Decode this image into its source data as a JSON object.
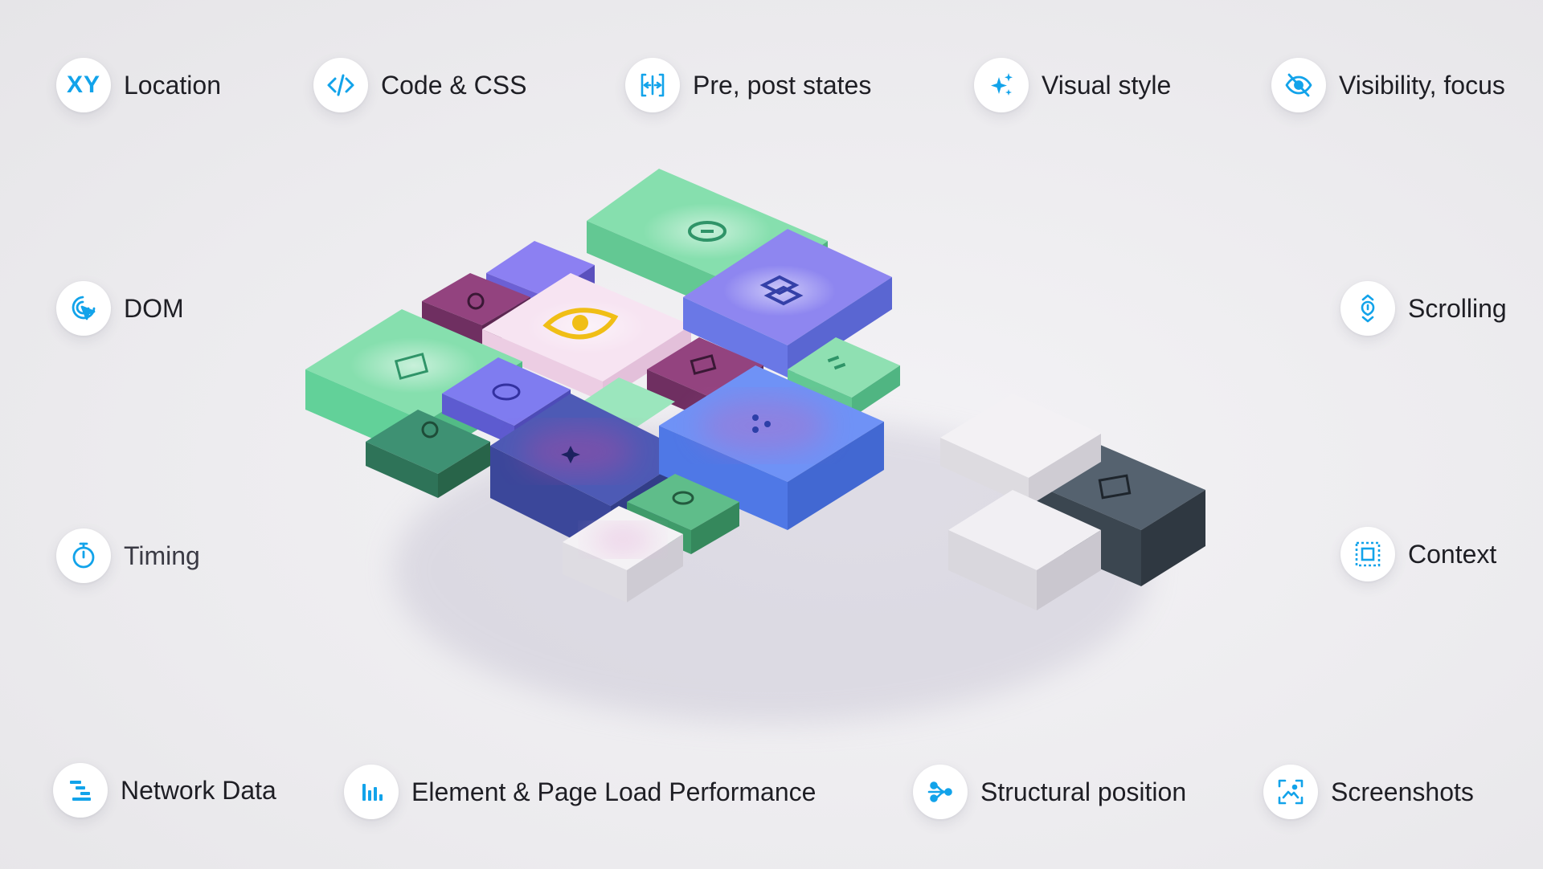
{
  "accent": "#12a3ea",
  "features": {
    "location": {
      "label": "Location",
      "icon": "xy-icon",
      "glyph": "XY"
    },
    "code_css": {
      "label": "Code & CSS",
      "icon": "code-icon"
    },
    "pre_post_states": {
      "label": "Pre, post states",
      "icon": "pre-post-states-icon"
    },
    "visual_style": {
      "label": "Visual style",
      "icon": "sparkles-icon"
    },
    "visibility_focus": {
      "label": "Visibility, focus",
      "icon": "eye-slash-icon"
    },
    "dom": {
      "label": "DOM",
      "icon": "cursor-target-icon"
    },
    "scrolling": {
      "label": "Scrolling",
      "icon": "scroll-icon"
    },
    "timing": {
      "label": "Timing",
      "icon": "stopwatch-icon"
    },
    "context": {
      "label": "Context",
      "icon": "context-frame-icon"
    },
    "network_data": {
      "label": "Network Data",
      "icon": "network-data-icon"
    },
    "performance": {
      "label": "Element & Page Load Performance",
      "icon": "bar-chart-icon"
    },
    "structural_position": {
      "label": "Structural position",
      "icon": "structure-branch-icon"
    },
    "screenshots": {
      "label": "Screenshots",
      "icon": "screenshot-icon"
    }
  },
  "scene": {
    "colors": {
      "green": "#7fdca6",
      "violet": "#8a7af0",
      "blue": "#5f8ff5",
      "plum": "#8e3f7d",
      "pale": "#f6dff0",
      "white": "#f1eff3",
      "slate": "#4c5a66",
      "teal": "#3aa27a",
      "navy": "#4a5bb0",
      "eye": "#f2c21c"
    }
  }
}
